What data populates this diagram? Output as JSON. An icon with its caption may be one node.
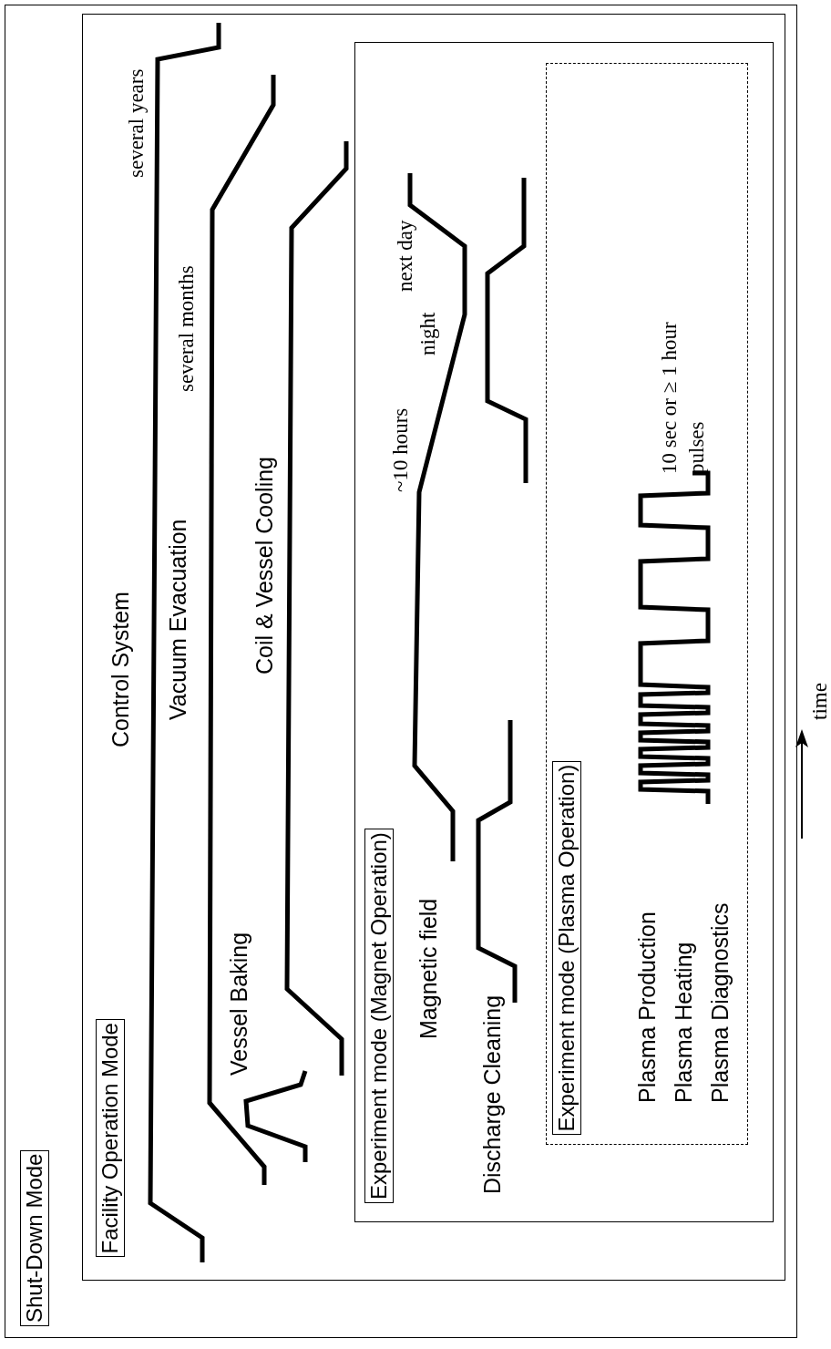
{
  "diagram": {
    "nodes": [
      {
        "text": [
          "Shut-Down Mode"
        ]
      },
      {
        "text": [
          "Facility Operation Mode"
        ],
        "in": 0
      },
      {
        "text": [
          "Experiment mode (Magnet Operation)"
        ],
        "in": 1
      },
      {
        "text": [
          "Experiment mode (Plasma Operation)"
        ],
        "in": 2
      }
    ],
    "edges": [],
    "labels": [
      "Control System",
      "several years",
      "Vacuum Evacuation",
      "several months",
      "Vessel Baking",
      "Coil & Vessel Cooling",
      "Magnetic field",
      "~10 hours",
      "night",
      "next day",
      "Discharge Cleaning",
      "Plasma Production",
      "Plasma Heating",
      "Plasma Diagnostics",
      "10 sec or ≥ 1 hour pulses",
      "time"
    ]
  }
}
